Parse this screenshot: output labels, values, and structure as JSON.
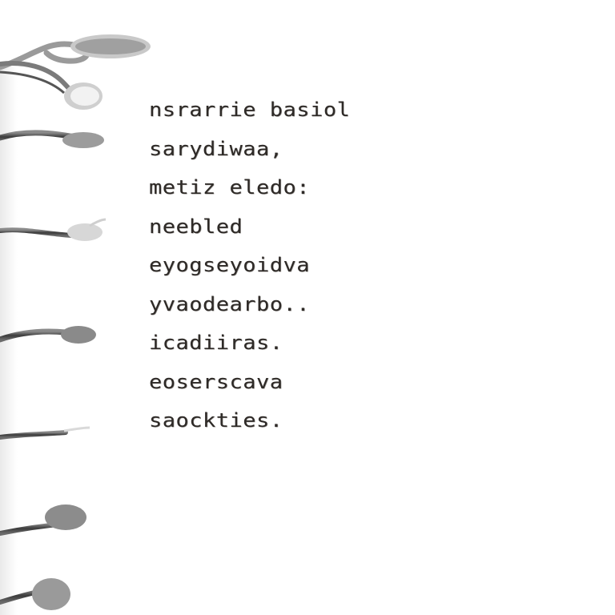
{
  "notebook": {
    "lines": [
      "nsrarrie basiol",
      "sarydiwaa,",
      "metiz eledo:",
      "neebled",
      "eyogseyoidva",
      "yvaodearbo..",
      "icadiiras.",
      "eoserscava",
      "saockties."
    ]
  }
}
